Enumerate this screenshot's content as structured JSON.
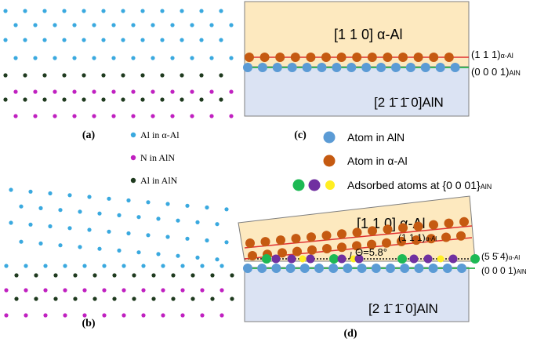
{
  "colors": {
    "al_alpha": "#3aa9df",
    "n_aln": "#c020c0",
    "al_aln": "#1e3a1e",
    "atom_aln_schematic": "#5b9bd5",
    "atom_alpha_schematic": "#c55a11",
    "adsorbed_green": "#1db954",
    "adsorbed_purple": "#7030a0",
    "adsorbed_yellow": "#ffee22",
    "alpha_region_fill": "#fde9bf",
    "aln_region_fill": "#dbe3f3",
    "region_border": "#7f7f7f",
    "green_line": "#2ab24a",
    "red_line": "#e03030"
  },
  "panels": {
    "a": {
      "label": "(a)"
    },
    "b": {
      "label": "(b)"
    },
    "c": {
      "label": "(c)",
      "top_region": "[1 1 0] α-Al",
      "bottom_region": "[2 1̄ 1̄ 0]AlN",
      "plane_alpha": "(1 1 1)",
      "plane_alpha_sub": "α-Al",
      "plane_aln": "(0 0 0 1)",
      "plane_aln_sub": "AlN"
    },
    "d": {
      "label": "(d)",
      "top_region": "[1 1 0] α-Al",
      "bottom_region": "[2 1̄ 1̄ 0]AlN",
      "plane_alpha": "(1 1 1)",
      "plane_alpha_sub": "α-Al",
      "plane_554": "(5 5̄ 4)",
      "plane_554_sub": "α-Al",
      "plane_aln": "(0 0 0 1)",
      "plane_aln_sub": "AlN",
      "angle": "Θ=5.8°"
    }
  },
  "legend_abc": {
    "al_alpha": "Al in α-Al",
    "n_aln": "N in AlN",
    "al_aln": "Al in AlN"
  },
  "legend_cd": {
    "atom_aln": "Atom in AlN",
    "atom_alpha": "Atom in α-Al",
    "adsorbed": "Adsorbed atoms at {0 0 01}",
    "adsorbed_sub": "AlN"
  }
}
